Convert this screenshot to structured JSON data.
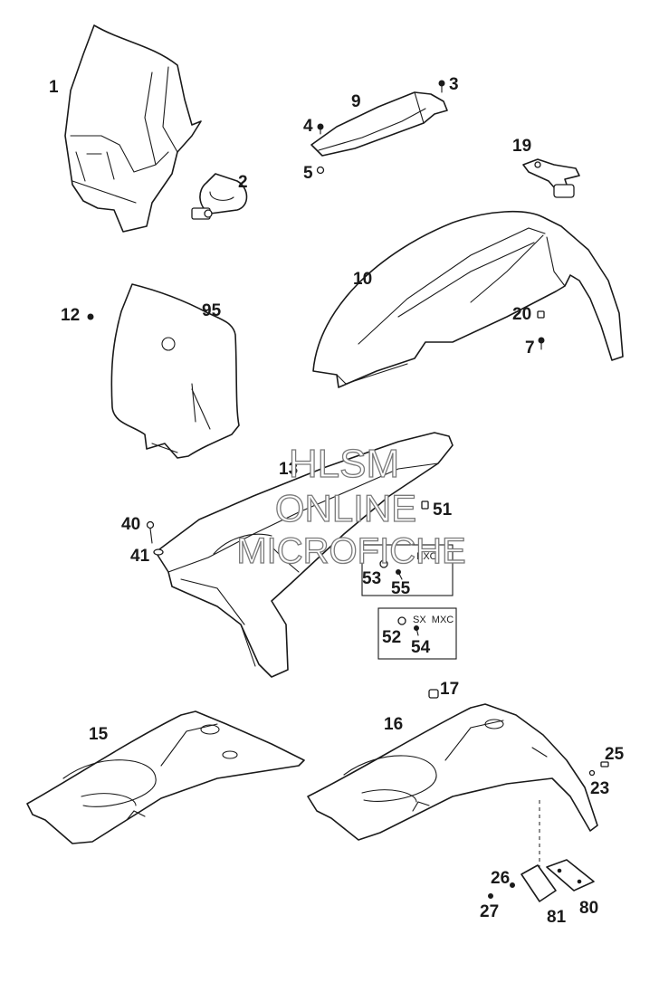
{
  "parts": [
    {
      "id": "1",
      "label": "1"
    },
    {
      "id": "2",
      "label": "2"
    },
    {
      "id": "3",
      "label": "3"
    },
    {
      "id": "4",
      "label": "4"
    },
    {
      "id": "5",
      "label": "5"
    },
    {
      "id": "9",
      "label": "9"
    },
    {
      "id": "19",
      "label": "19"
    },
    {
      "id": "10",
      "label": "10"
    },
    {
      "id": "12",
      "label": "12"
    },
    {
      "id": "95",
      "label": "95"
    },
    {
      "id": "20",
      "label": "20"
    },
    {
      "id": "7",
      "label": "7"
    },
    {
      "id": "13",
      "label": "13"
    },
    {
      "id": "51",
      "label": "51"
    },
    {
      "id": "40",
      "label": "40"
    },
    {
      "id": "41",
      "label": "41"
    },
    {
      "id": "53",
      "label": "53"
    },
    {
      "id": "55",
      "label": "55"
    },
    {
      "id": "52",
      "label": "52"
    },
    {
      "id": "54",
      "label": "54"
    },
    {
      "id": "17",
      "label": "17"
    },
    {
      "id": "15",
      "label": "15"
    },
    {
      "id": "16",
      "label": "16"
    },
    {
      "id": "25",
      "label": "25"
    },
    {
      "id": "23",
      "label": "23"
    },
    {
      "id": "26",
      "label": "26"
    },
    {
      "id": "27",
      "label": "27"
    },
    {
      "id": "81",
      "label": "81"
    },
    {
      "id": "80",
      "label": "80"
    }
  ],
  "variant_boxes": {
    "exc": "EXC",
    "sx_mxc": "SX  MXC"
  },
  "watermark": {
    "line1": "HLSM",
    "line2": "ONLINE",
    "line3": "MICROFICHE"
  }
}
